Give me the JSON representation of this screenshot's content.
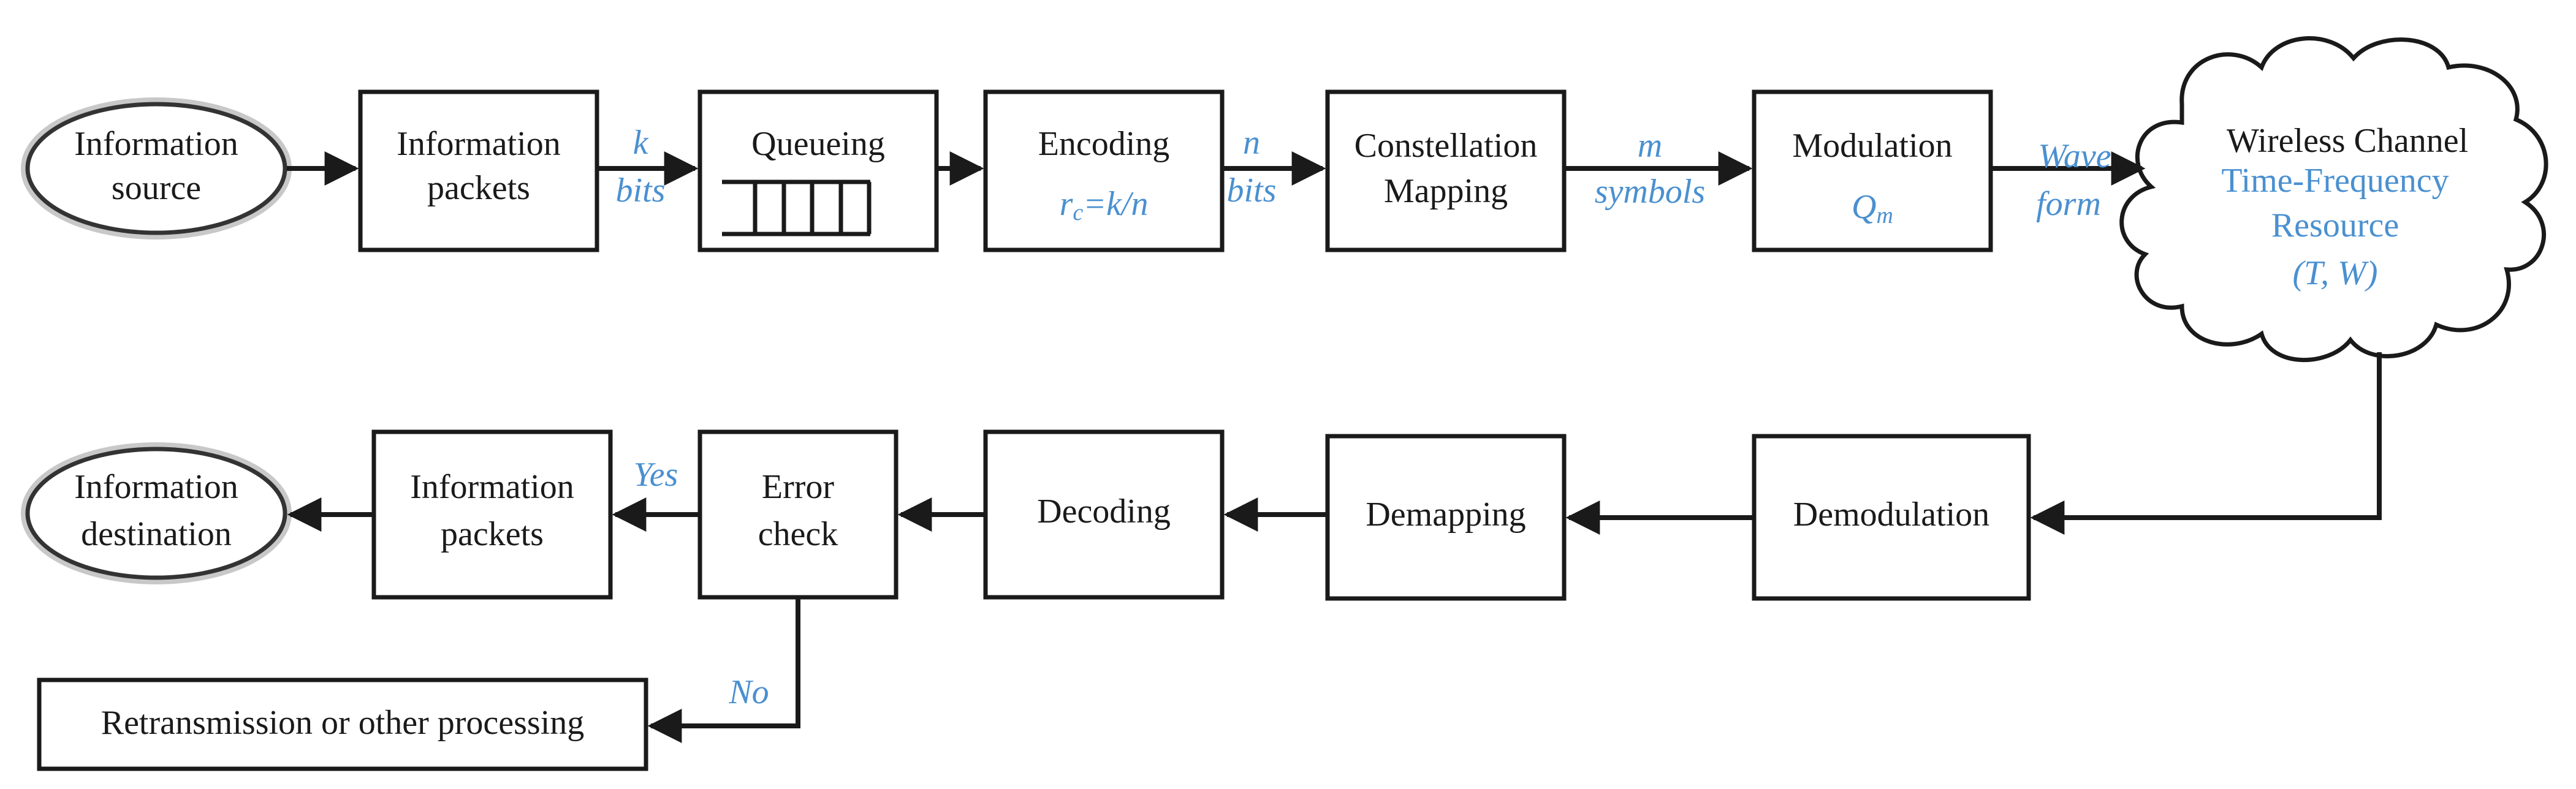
{
  "colors": {
    "text": "#1a1a1a",
    "accent": "#4a90d0",
    "line": "#1a1a1a"
  },
  "nodes": {
    "info_source": [
      "Information",
      "source"
    ],
    "info_packets_tx": [
      "Information",
      "packets"
    ],
    "queueing": "Queueing",
    "encoding": "Encoding",
    "encoding_rate": {
      "r": "r",
      "sub": "c",
      "rest": "=k/n"
    },
    "constellation": [
      "Constellation",
      "Mapping"
    ],
    "modulation": "Modulation",
    "modulation_order": {
      "q": "Q",
      "sub": "m"
    },
    "channel_title": "Wireless Channel",
    "channel_resource": [
      "Time-Frequency",
      "Resource",
      "(T, W)"
    ],
    "demodulation": "Demodulation",
    "demapping": "Demapping",
    "decoding": "Decoding",
    "error_check": [
      "Error",
      "check"
    ],
    "info_packets_rx": [
      "Information",
      "packets"
    ],
    "info_destination": [
      "Information",
      "destination"
    ],
    "retransmission": "Retransmission or other processing"
  },
  "edge_labels": {
    "k_bits": [
      "k",
      "bits"
    ],
    "n_bits": [
      "n",
      "bits"
    ],
    "m_symbols": [
      "m",
      "symbols"
    ],
    "waveform": [
      "Wave",
      "form"
    ],
    "yes": "Yes",
    "no": "No"
  }
}
